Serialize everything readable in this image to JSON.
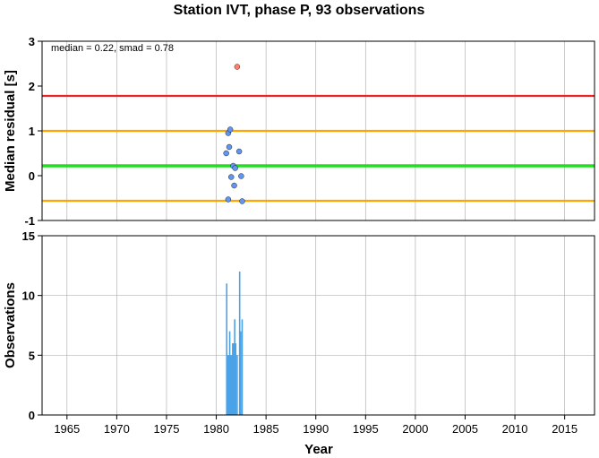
{
  "title": "Station IVT, phase P, 93 observations",
  "colors": {
    "median_line": "#22dd22",
    "smad_lines": "#ffa500",
    "outlier_line": "#ee2222",
    "point_normal": "#6495ed",
    "point_outlier": "#fa8072",
    "bars": "#4aa3e8",
    "grid": "#b3b3b3"
  },
  "chart_data": [
    {
      "type": "scatter",
      "ylabel": "Median residual [s]",
      "annotation": "median = 0.22, smad = 0.78",
      "xlim": [
        1962.5,
        2018
      ],
      "ylim": [
        -1,
        3
      ],
      "x_gridlines": [
        1965,
        1970,
        1975,
        1980,
        1985,
        1990,
        1995,
        2000,
        2005,
        2010,
        2015
      ],
      "y_ticks": [
        -1,
        0,
        1,
        2,
        3
      ],
      "grid": false,
      "reference_lines": [
        {
          "y": 0.22,
          "role": "median",
          "color": "#22dd22"
        },
        {
          "y": 1.0,
          "role": "median + smad",
          "color": "#ffa500"
        },
        {
          "y": -0.56,
          "role": "median - smad",
          "color": "#ffa500"
        },
        {
          "y": 1.78,
          "role": "outlier limit",
          "color": "#ee2222"
        }
      ],
      "points": [
        {
          "x": 1981.0,
          "y": 0.5
        },
        {
          "x": 1981.2,
          "y": 0.95
        },
        {
          "x": 1981.4,
          "y": 1.03
        },
        {
          "x": 1981.3,
          "y": 0.64
        },
        {
          "x": 1981.7,
          "y": 0.22
        },
        {
          "x": 1981.9,
          "y": 0.17
        },
        {
          "x": 1981.5,
          "y": -0.03
        },
        {
          "x": 1981.8,
          "y": -0.22
        },
        {
          "x": 1981.2,
          "y": -0.53
        },
        {
          "x": 1982.3,
          "y": 0.54
        },
        {
          "x": 1982.5,
          "y": -0.01
        },
        {
          "x": 1982.6,
          "y": -0.57
        },
        {
          "x": 1982.1,
          "y": 2.43,
          "outlier": true
        }
      ]
    },
    {
      "type": "bar",
      "xlabel": "Year",
      "ylabel": "Observations",
      "xlim": [
        1962.5,
        2018
      ],
      "ylim": [
        0,
        15
      ],
      "x_ticks": [
        1965,
        1970,
        1975,
        1980,
        1985,
        1990,
        1995,
        2000,
        2005,
        2010,
        2015
      ],
      "y_ticks": [
        0,
        5,
        10,
        15
      ],
      "grid": true,
      "bars": [
        {
          "x": 1981.05,
          "value": 11
        },
        {
          "x": 1981.15,
          "value": 5
        },
        {
          "x": 1981.25,
          "value": 5
        },
        {
          "x": 1981.35,
          "value": 7
        },
        {
          "x": 1981.45,
          "value": 5
        },
        {
          "x": 1981.55,
          "value": 5
        },
        {
          "x": 1981.65,
          "value": 6
        },
        {
          "x": 1981.75,
          "value": 6
        },
        {
          "x": 1981.85,
          "value": 8
        },
        {
          "x": 1981.95,
          "value": 6
        },
        {
          "x": 1982.1,
          "value": 5
        },
        {
          "x": 1982.35,
          "value": 12
        },
        {
          "x": 1982.45,
          "value": 7
        },
        {
          "x": 1982.6,
          "value": 8
        }
      ]
    }
  ]
}
